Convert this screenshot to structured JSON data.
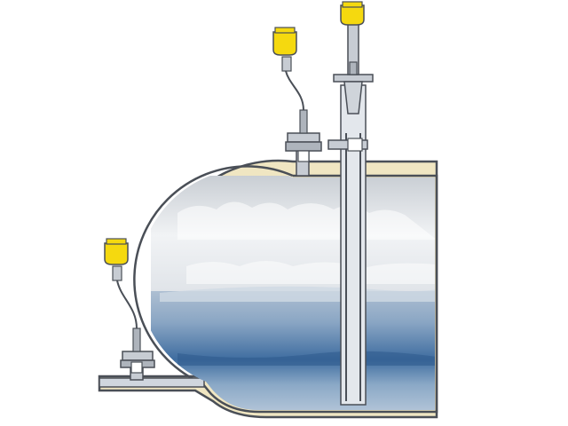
{
  "diagram": {
    "kind": "horizontal vessel with sump level measurement",
    "components": [
      {
        "id": "tank",
        "icon": "horizontal-pressure-vessel"
      },
      {
        "id": "gas-phase",
        "icon": "vapor-space"
      },
      {
        "id": "liquid-phase",
        "icon": "liquid-level"
      },
      {
        "id": "sensor-left",
        "icon": "level-sensor-with-yellow-housing"
      },
      {
        "id": "sensor-middle",
        "icon": "level-sensor-with-yellow-housing"
      },
      {
        "id": "sensor-top",
        "icon": "guided-wave-radar-with-bypass-rods"
      },
      {
        "id": "bottom-pipe",
        "icon": "horizontal-nozzle-pipe"
      }
    ],
    "colors": {
      "housing_yellow": "#f5d90f",
      "insulation": "#f0e6c2",
      "steel_outline": "#4a4f57",
      "gas": "#d9dde2",
      "liquid": "#7f9fbf",
      "liquid_dark": "#2f5f94",
      "metal": "#c7ccd3"
    }
  }
}
